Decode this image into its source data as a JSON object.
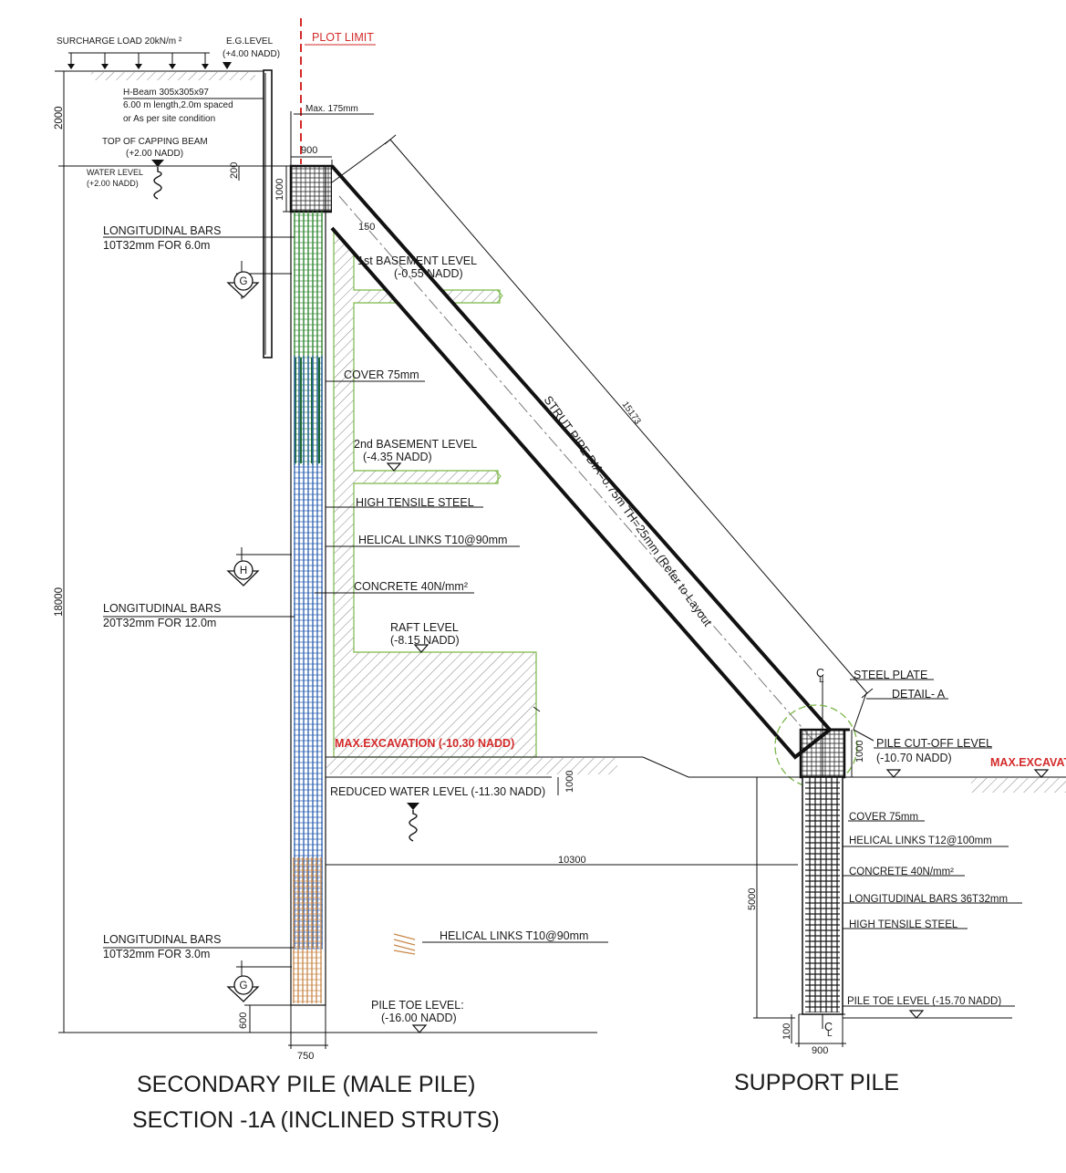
{
  "title": {
    "line1": "SECONDARY PILE (MALE PILE)",
    "line2": "SECTION -1A (INCLINED STRUTS)",
    "support": "SUPPORT PILE"
  },
  "top_labels": {
    "surcharge": "SURCHARGE LOAD 20kN/m ²",
    "eg_level": "E.G.LEVEL",
    "eg_value": "(+4.00 NADD)",
    "plot_limit": "PLOT LIMIT",
    "hbeam1": "H-Beam 305x305x97",
    "hbeam2": "6.00 m length,2.0m spaced",
    "hbeam3": "or As per site condition",
    "max175": "Max. 175mm",
    "capping1": "TOP OF CAPPING BEAM",
    "capping2": "(+2.00 NADD)",
    "water1": "WATER  LEVEL",
    "water2": "(+2.00 NADD)"
  },
  "pile_labels": {
    "long1a": "LONGITUDINAL BARS",
    "long1b": "10T32mm FOR 6.0m",
    "long2a": "LONGITUDINAL BARS",
    "long2b": "20T32mm FOR 12.0m",
    "long3a": "LONGITUDINAL BARS",
    "long3b": "10T32mm FOR 3.0m",
    "basement1a": "1st BASEMENT LEVEL",
    "basement1b": "(-0.55 NADD)",
    "cover": "COVER 75mm",
    "basement2a": "2nd BASEMENT LEVEL",
    "basement2b": "(-4.35 NADD)",
    "hts": "HIGH TENSILE STEEL",
    "helical": "HELICAL LINKS T10@90mm",
    "concrete": "CONCRETE 40N/mm²",
    "raft1": "RAFT LEVEL",
    "raft2": "(-8.15 NADD)",
    "maxexc": "MAX.EXCAVATION (-10.30 NADD)",
    "reduced": "REDUCED WATER LEVEL (-11.30 NADD)",
    "helical_legend": "HELICAL LINKS T10@90mm",
    "toe1": "PILE TOE LEVEL:",
    "toe2": "(-16.00 NADD)"
  },
  "strut_labels": {
    "strut": "STRUT PIPE DIA=0.75m  TH=25mm (Refer to Layout",
    "length": "15173"
  },
  "support_labels": {
    "steel_plate": "STEEL PLATE",
    "detail": "DETAIL- A",
    "cutoff1": "PILE CUT-OFF LEVEL",
    "cutoff2": "(-10.70  NADD)",
    "maxexc_right": "MAX.EXCAVATION",
    "cover": "COVER 75mm",
    "helical": "HELICAL LINKS  T12@100mm",
    "concrete": "CONCRETE 40N/mm²",
    "longbars": "LONGITUDINAL BARS 36T32mm",
    "hts": "HIGH TENSILE STEEL",
    "toe": "PILE TOE LEVEL (-15.70 NADD)",
    "cl": "C",
    "cl_sub": "L"
  },
  "dimensions": {
    "d2000": "2000",
    "d18000": "18000",
    "d900": "900",
    "d200": "200",
    "d1000": "1000",
    "d150": "150",
    "d1000b": "1000",
    "d10300": "10300",
    "d600": "600",
    "d750": "750",
    "d5000": "5000",
    "d1000c": "1000",
    "d100": "100",
    "d900b": "900"
  },
  "markers": {
    "g1": "G",
    "h": "H",
    "g2": "G"
  },
  "colors": {
    "plot_limit": "#d42a2a",
    "green_bars": "#3f8f3f",
    "blue_bars": "#2a5fb0",
    "orange_bars": "#c8884a",
    "fill_green": "#7ab648"
  }
}
